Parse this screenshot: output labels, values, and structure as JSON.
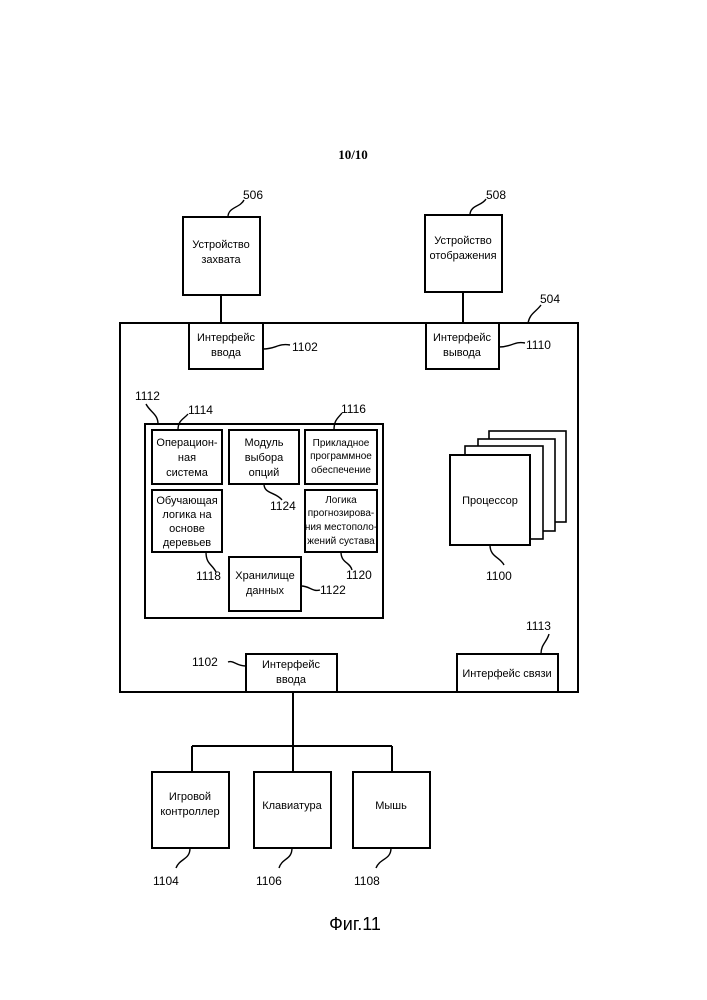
{
  "page_number": "10/10",
  "figure_caption": "Фиг.11",
  "blocks": {
    "capture_device": {
      "lines": [
        "Устройство",
        "захвата"
      ],
      "ref": "506"
    },
    "display_device": {
      "lines": [
        "Устройство",
        "отображения"
      ],
      "ref": "508"
    },
    "computing_device": {
      "ref": "504"
    },
    "input_interface_top": {
      "lines": [
        "Интерфейс",
        "ввода"
      ],
      "ref": "1102"
    },
    "output_interface": {
      "lines": [
        "Интерфейс",
        "вывода"
      ],
      "ref": "1110"
    },
    "memory": {
      "ref": "1112"
    },
    "operating_system": {
      "lines": [
        "Операцион-",
        "ная",
        "система"
      ],
      "ref": "1114"
    },
    "option_module": {
      "lines": [
        "Модуль",
        "выбора",
        "опций"
      ],
      "ref": "1124"
    },
    "application_software": {
      "lines": [
        "Прикладное",
        "программное",
        "обеспечение"
      ],
      "ref": "1116"
    },
    "tree_logic": {
      "lines": [
        "Обучающая",
        "логика на",
        "основе",
        "деревьев"
      ],
      "ref": "1118"
    },
    "joint_logic": {
      "lines": [
        "Логика",
        "прогнозирова-",
        "ния местополо-",
        "жений сустава"
      ],
      "ref": "1120"
    },
    "data_store": {
      "lines": [
        "Хранилище",
        "данных"
      ],
      "ref": "1122"
    },
    "processor": {
      "label": "Процессор",
      "ref": "1100"
    },
    "comm_interface": {
      "label": "Интерфейс связи",
      "ref": "1113"
    },
    "input_interface_bottom": {
      "lines": [
        "Интерфейс",
        "ввода"
      ],
      "ref": "1102"
    },
    "game_controller": {
      "lines": [
        "Игровой",
        "контроллер"
      ],
      "ref": "1104"
    },
    "keyboard": {
      "label": "Клавиатура",
      "ref": "1106"
    },
    "mouse": {
      "label": "Мышь",
      "ref": "1108"
    }
  }
}
